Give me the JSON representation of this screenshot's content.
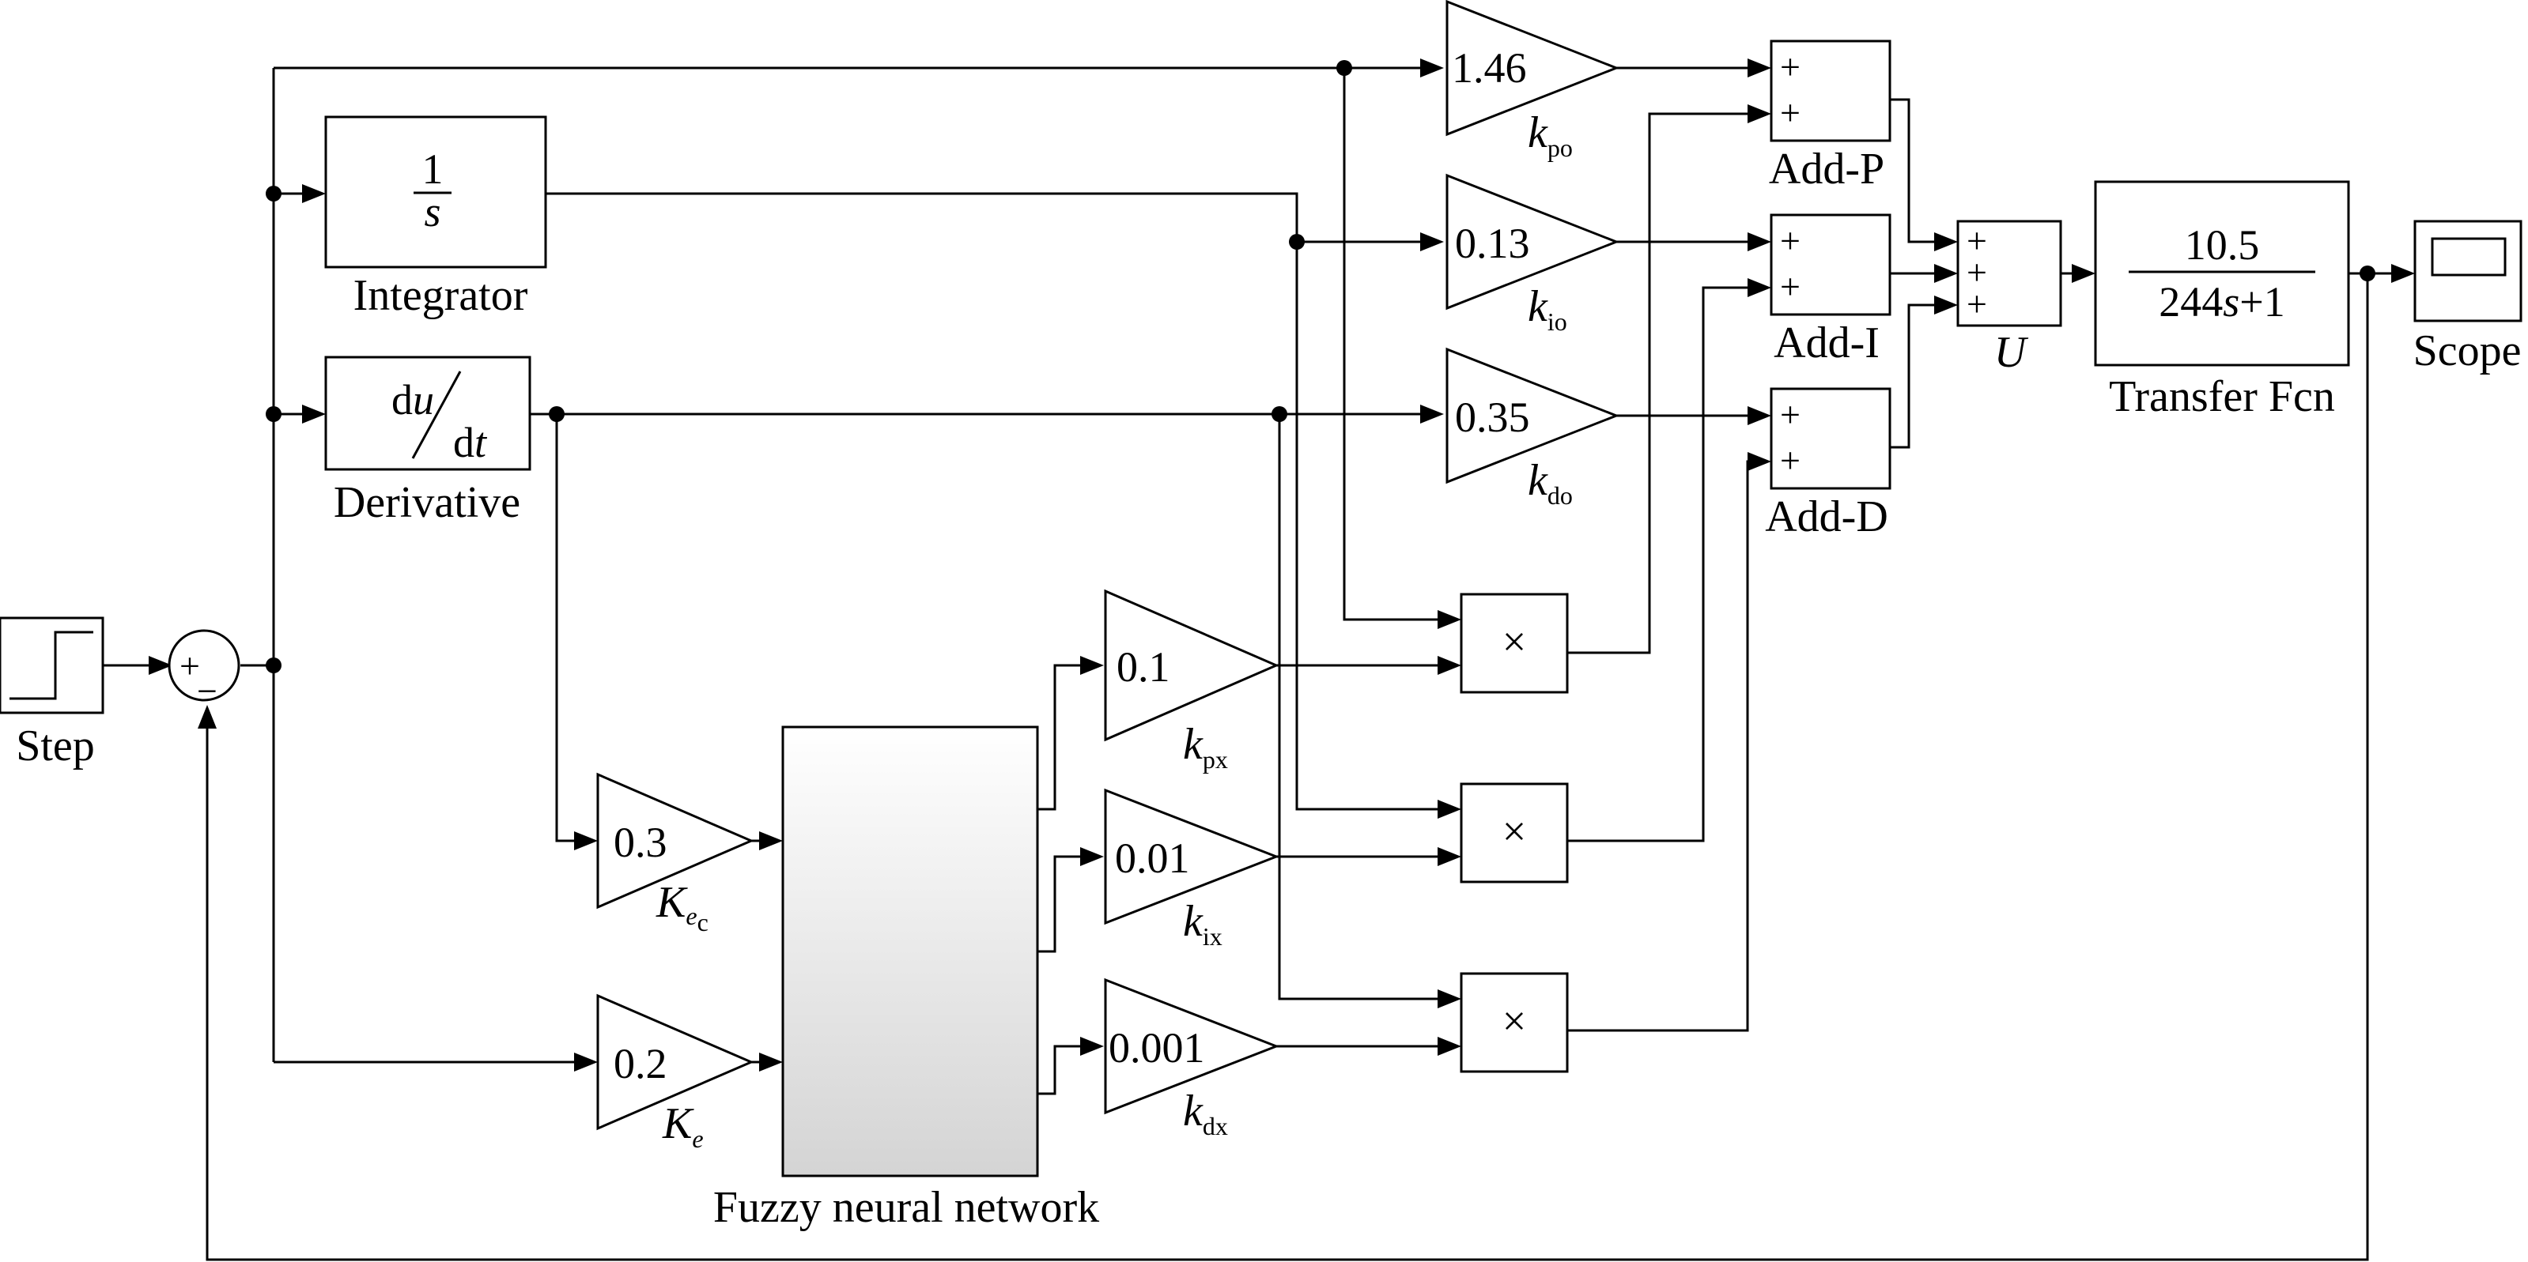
{
  "blocks": {
    "step": "Step",
    "integrator": {
      "label": "Integrator",
      "numerator": "1",
      "denominator": "s"
    },
    "derivative": {
      "label": "Derivative",
      "top": "du",
      "bottom": "dt"
    },
    "fnn": "Fuzzy neural network",
    "add_p": "Add-P",
    "add_i": "Add-I",
    "add_d": "Add-D",
    "sum_u": "U",
    "transfer": {
      "label": "Transfer Fcn",
      "numerator": "10.5",
      "denominator": "244s+1"
    },
    "scope": "Scope",
    "mult_symbol": "×",
    "plus": "+",
    "minus": "−"
  },
  "gains": {
    "kpo": {
      "value": "1.46",
      "name": "k",
      "sub": "po"
    },
    "kio": {
      "value": "0.13",
      "name": "k",
      "sub": "io"
    },
    "kdo": {
      "value": "0.35",
      "name": "k",
      "sub": "do"
    },
    "kpx": {
      "value": "0.1",
      "name": "k",
      "sub": "px"
    },
    "kix": {
      "value": "0.01",
      "name": "k",
      "sub": "ix"
    },
    "kdx": {
      "value": "0.001",
      "name": "k",
      "sub": "dx"
    },
    "kec": {
      "value": "0.3",
      "name": "K",
      "sub": "e",
      "subsub": "c"
    },
    "ke": {
      "value": "0.2",
      "name": "K",
      "sub": "e"
    }
  }
}
